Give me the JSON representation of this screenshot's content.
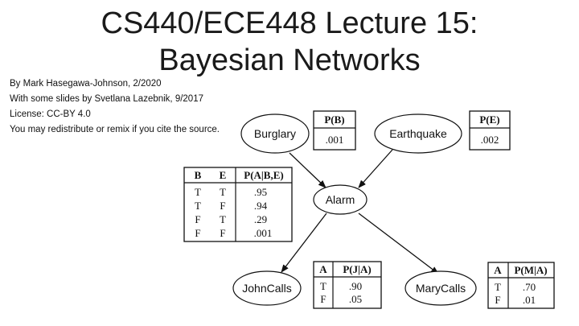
{
  "slide": {
    "title_line1": "CS440/ECE448 Lecture 15:",
    "title_line2": "Bayesian Networks",
    "byline": [
      "By Mark Hasegawa-Johnson, 2/2020",
      "With some slides by Svetlana Lazebnik, 9/2017",
      "License: CC-BY 4.0",
      "You may redistribute or remix if you cite the source."
    ]
  },
  "network": {
    "nodes": {
      "burglary": "Burglary",
      "earthquake": "Earthquake",
      "alarm": "Alarm",
      "johncalls": "JohnCalls",
      "marycalls": "MaryCalls"
    },
    "cpt_b": {
      "header": "P(B)",
      "value": ".001"
    },
    "cpt_e": {
      "header": "P(E)",
      "value": ".002"
    },
    "cpt_a": {
      "headers": [
        "B",
        "E",
        "P(A|B,E)"
      ],
      "rows": [
        [
          "T",
          "T",
          ".95"
        ],
        [
          "T",
          "F",
          ".94"
        ],
        [
          "F",
          "T",
          ".29"
        ],
        [
          "F",
          "F",
          ".001"
        ]
      ]
    },
    "cpt_j": {
      "headers": [
        "A",
        "P(J|A)"
      ],
      "rows": [
        [
          "T",
          ".90"
        ],
        [
          "F",
          ".05"
        ]
      ]
    },
    "cpt_m": {
      "headers": [
        "A",
        "P(M|A)"
      ],
      "rows": [
        [
          "T",
          ".70"
        ],
        [
          "F",
          ".01"
        ]
      ]
    }
  }
}
